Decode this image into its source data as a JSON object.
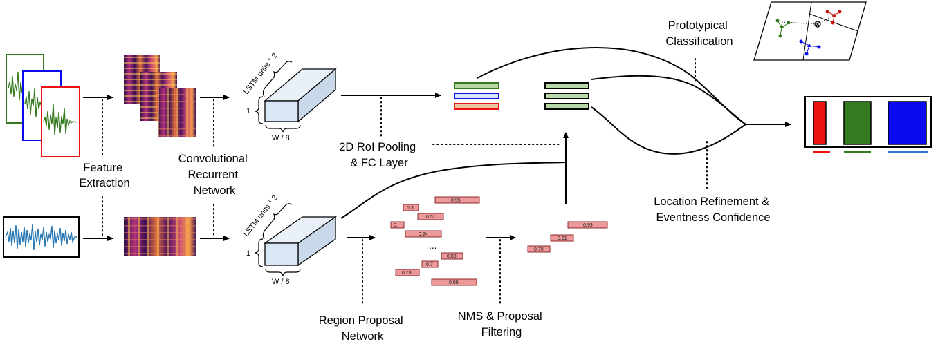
{
  "labels": {
    "feature_extraction": [
      "Feature",
      "Extraction"
    ],
    "crnn": [
      "Convolutional",
      "Recurrent",
      "Network"
    ],
    "roi_pooling": [
      "2D RoI Pooling",
      "& FC Layer"
    ],
    "rpn": [
      "Region Proposal",
      "Network"
    ],
    "nms": [
      "NMS & Proposal",
      "Filtering"
    ],
    "prototypical": [
      "Prototypical",
      "Classification"
    ],
    "location": [
      "Location Refinement &",
      "Eventness Confidence"
    ]
  },
  "tensor_labels": {
    "lstm_units": "LSTM units * 2",
    "height": "1",
    "width": "W / 8"
  },
  "proposals_before_nms": [
    "0.95",
    "0.3",
    "0.51",
    "0.",
    "0.24",
    "0.88",
    "0.7",
    "0.79",
    "0.89"
  ],
  "proposals_after_nms": [
    "0.95",
    "0.51",
    "0.79"
  ],
  "ellipsis": "...",
  "output_classes": [
    "red",
    "green",
    "blue"
  ],
  "colors": {
    "red": "#ee1111",
    "green": "#347a1f",
    "blue": "#0a0aee",
    "waveform_blue": "#2878b4",
    "proposal_fill": "#ee9999",
    "feature_green": "#b8d8a8",
    "tensor_face": "#d8e6f5"
  }
}
